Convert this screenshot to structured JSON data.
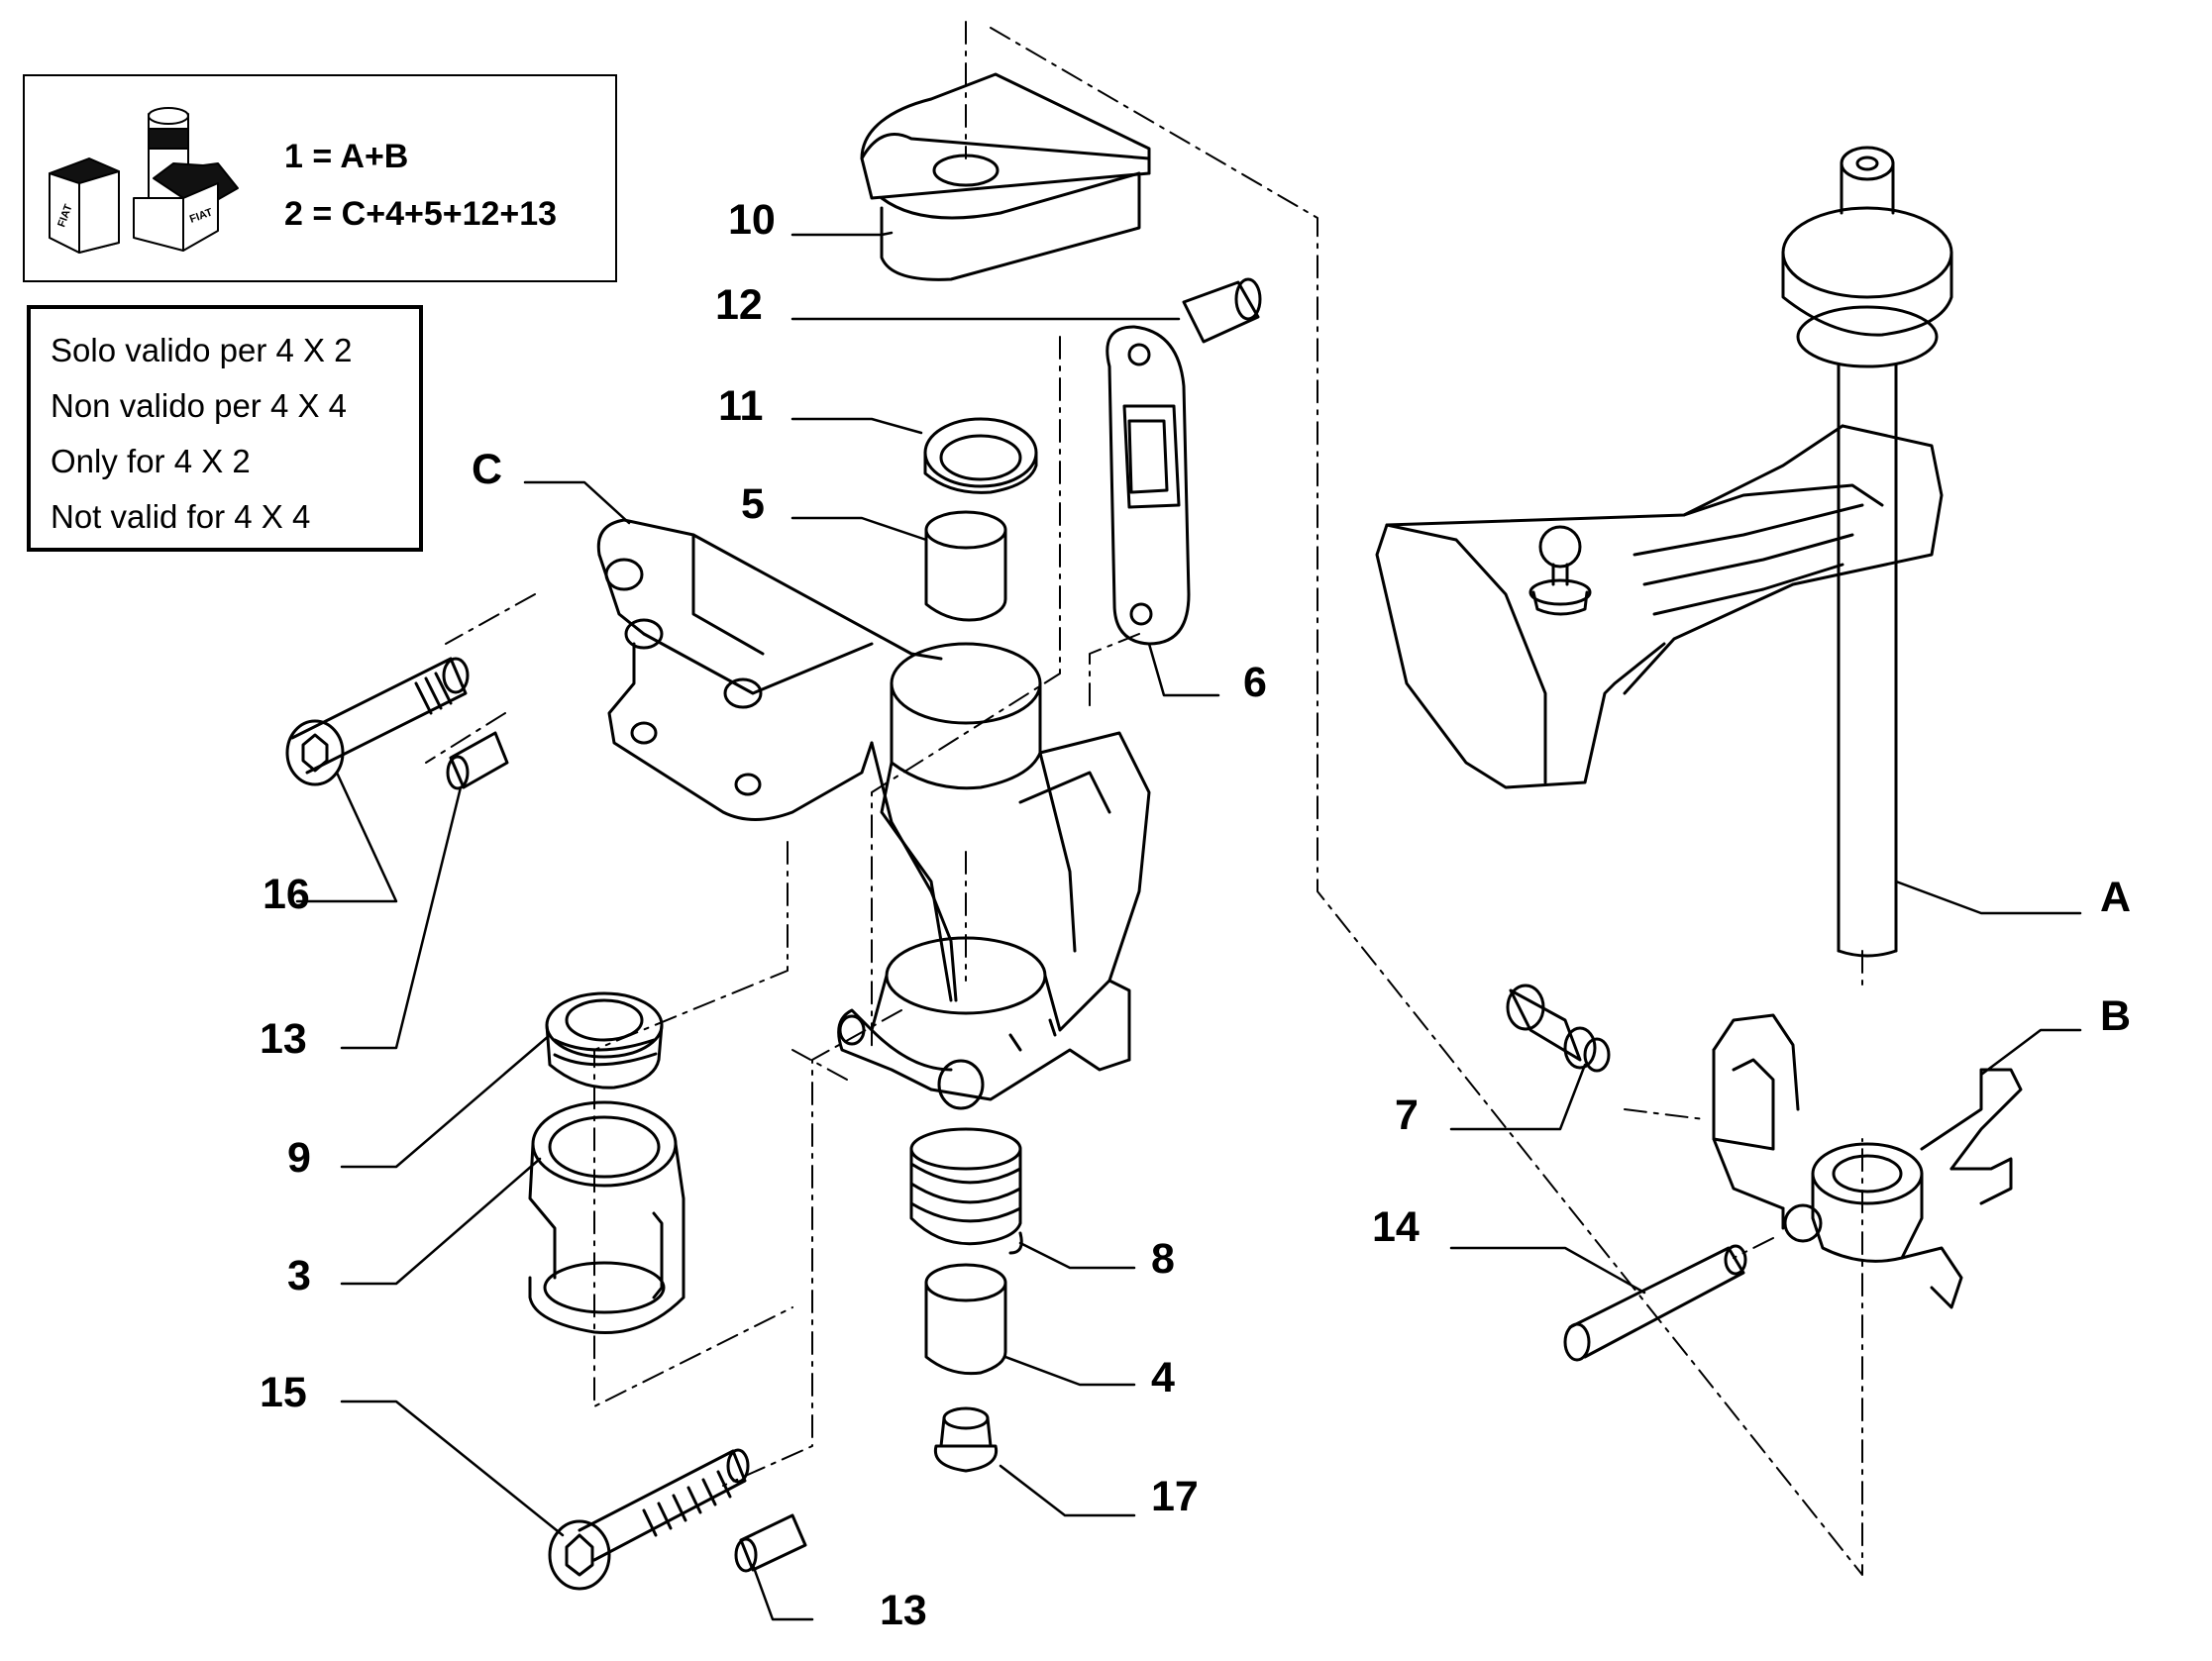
{
  "kit_legend": {
    "line1": "1 = A+B",
    "line2": "2 = C+4+5+12+13",
    "icon": "kit-boxes-icon",
    "icon_text": "FIAT"
  },
  "validity_note": {
    "line1": "Solo valido per 4 X 2",
    "line2": "Non valido per 4 X 4",
    "line3": "Only for 4 X 2",
    "line4": "Not valid for 4 X 4"
  },
  "callouts": {
    "c10": "10",
    "c12": "12",
    "c11": "11",
    "c5": "5",
    "cC": "C",
    "c6": "6",
    "c16": "16",
    "c13a": "13",
    "c9": "9",
    "c3": "3",
    "c15": "15",
    "c13b": "13",
    "c8": "8",
    "c4": "4",
    "c17": "17",
    "cA": "A",
    "cB": "B",
    "c7": "7",
    "c14": "14"
  }
}
